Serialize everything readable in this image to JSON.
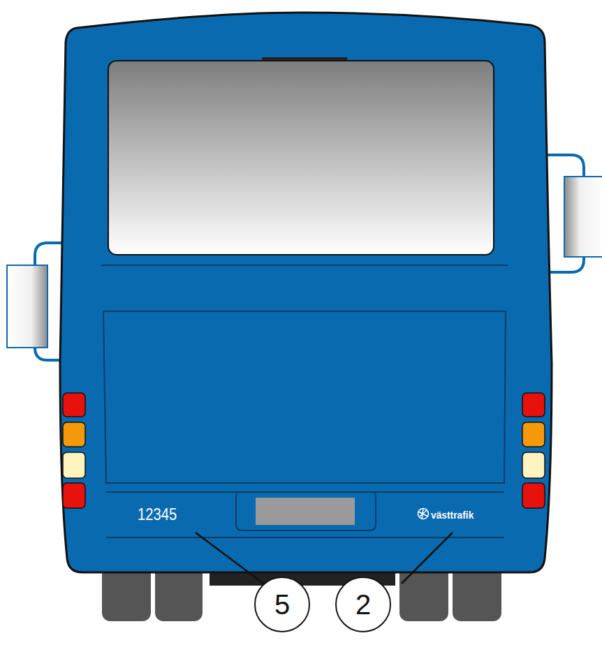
{
  "diagram": {
    "nodes": [
      {
        "text": [
          "5"
        ]
      },
      {
        "text": [
          "2"
        ]
      }
    ],
    "labels": [
      "12345",
      "västtrafik"
    ]
  }
}
